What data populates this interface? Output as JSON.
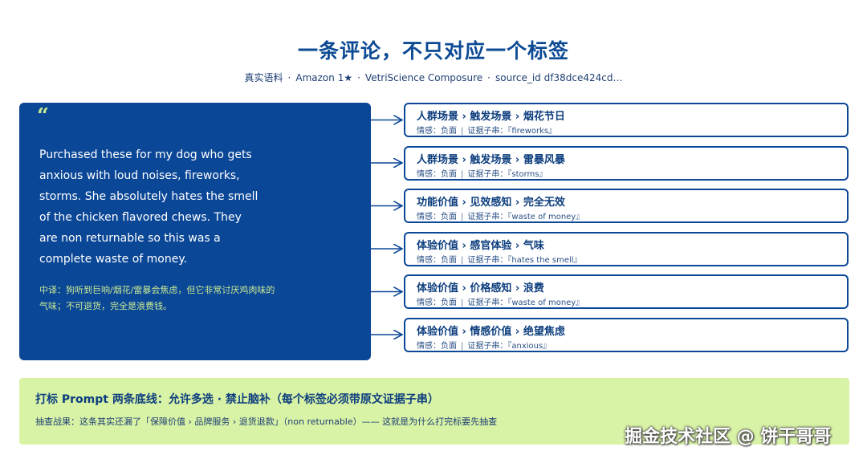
{
  "header": {
    "title": "一条评论，不只对应一个标签",
    "meta": [
      "真实语料",
      "Amazon 1★",
      "VetriScience Composure",
      "source_id df38dce424cd…"
    ],
    "meta_sep": "·"
  },
  "quote": {
    "mark": "“",
    "text": "Purchased these for my dog who gets anxious with loud noises, fireworks, storms. She absolutely hates the smell of the chicken flavored chews. They are non returnable so this was a complete waste of money.",
    "translation": "中译：狗听到巨响/烟花/雷暴会焦虑，但它非常讨厌鸡肉味的气味；不可退货，完全是浪费钱。"
  },
  "tags": [
    {
      "title": "人群场景 › 触发场景 › 烟花节日",
      "sentiment": "情感：负面",
      "evidence": "证据子串：『fireworks』"
    },
    {
      "title": "人群场景 › 触发场景 › 雷暴风暴",
      "sentiment": "情感：负面",
      "evidence": "证据子串：『storms』"
    },
    {
      "title": "功能价值 › 见效感知 › 完全无效",
      "sentiment": "情感：负面",
      "evidence": "证据子串：『waste of money』"
    },
    {
      "title": "体验价值 › 感官体验 › 气味",
      "sentiment": "情感：负面",
      "evidence": "证据子串：『hates the smell』"
    },
    {
      "title": "体验价值 › 价格感知 › 浪费",
      "sentiment": "情感：负面",
      "evidence": "证据子串：『waste of money』"
    },
    {
      "title": "体验价值 › 情感价值 › 绝望焦虑",
      "sentiment": "情感：负面",
      "evidence": "证据子串：『anxious』"
    }
  ],
  "tag_sep": "|",
  "footer": {
    "title": "打标 Prompt 两条底线：允许多选 · 禁止脑补（每个标签必须带原文证据子串）",
    "note": "抽查战果：这条其实还漏了「保障价值 › 品牌服务 › 退货退款」（non returnable）—— 这就是为什么打完标要先抽查"
  },
  "watermark": "掘金技术社区 @ 饼干哥哥",
  "colors": {
    "primary": "#0b4797",
    "accent": "#c9ea93",
    "footer_bg": "#d8f2a6"
  }
}
